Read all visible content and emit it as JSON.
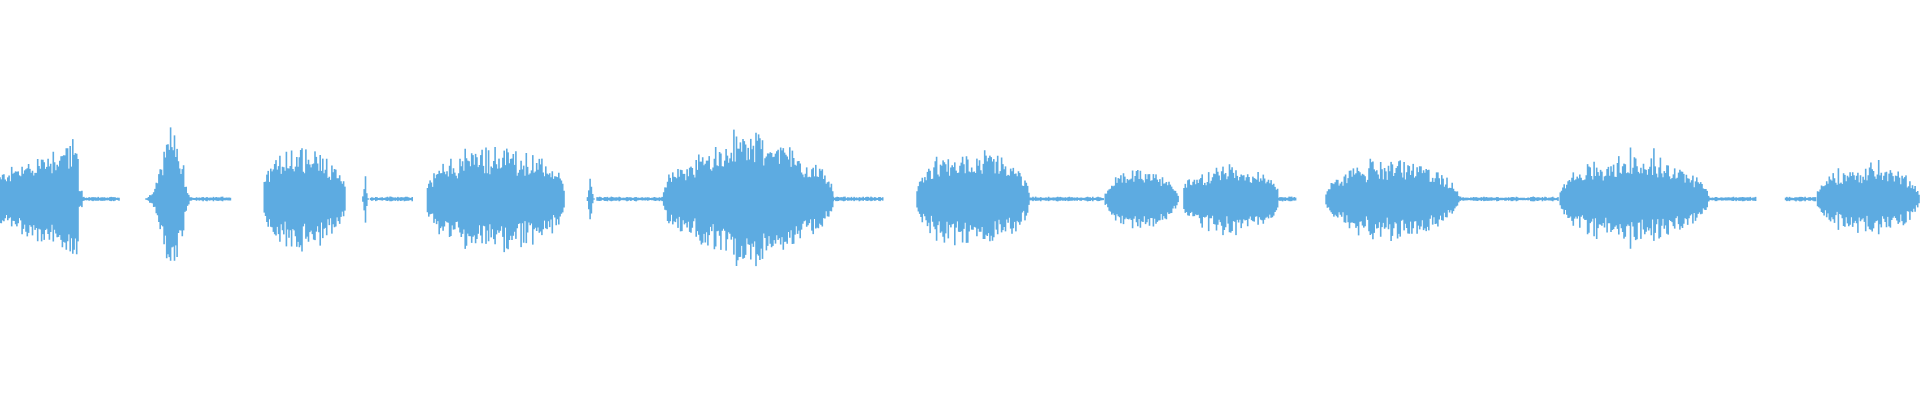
{
  "waveform": {
    "color": "#5DABE1",
    "background": "#ffffff",
    "duration_fraction_segments": [
      {
        "start": 0.0,
        "end": 0.043,
        "amplitude": 0.5,
        "shape": "rise-sharp-end"
      },
      {
        "start": 0.043,
        "end": 0.062,
        "amplitude": 0.01,
        "shape": "tail"
      },
      {
        "start": 0.076,
        "end": 0.099,
        "amplitude": 0.62,
        "shape": "spike-pair"
      },
      {
        "start": 0.099,
        "end": 0.12,
        "amplitude": 0.01,
        "shape": "tail"
      },
      {
        "start": 0.137,
        "end": 0.18,
        "amplitude": 0.45,
        "shape": "burst"
      },
      {
        "start": 0.189,
        "end": 0.193,
        "amplitude": 0.25,
        "shape": "spike"
      },
      {
        "start": 0.193,
        "end": 0.215,
        "amplitude": 0.01,
        "shape": "tail"
      },
      {
        "start": 0.222,
        "end": 0.294,
        "amplitude": 0.45,
        "shape": "burst"
      },
      {
        "start": 0.306,
        "end": 0.311,
        "amplitude": 0.2,
        "shape": "spike"
      },
      {
        "start": 0.311,
        "end": 0.345,
        "amplitude": 0.01,
        "shape": "tail"
      },
      {
        "start": 0.345,
        "end": 0.434,
        "amplitude": 0.58,
        "shape": "burst-peak-mid"
      },
      {
        "start": 0.434,
        "end": 0.46,
        "amplitude": 0.01,
        "shape": "tail"
      },
      {
        "start": 0.477,
        "end": 0.536,
        "amplitude": 0.4,
        "shape": "burst"
      },
      {
        "start": 0.536,
        "end": 0.575,
        "amplitude": 0.01,
        "shape": "tail"
      },
      {
        "start": 0.575,
        "end": 0.614,
        "amplitude": 0.28,
        "shape": "smooth"
      },
      {
        "start": 0.616,
        "end": 0.666,
        "amplitude": 0.3,
        "shape": "burst"
      },
      {
        "start": 0.666,
        "end": 0.675,
        "amplitude": 0.01,
        "shape": "tail"
      },
      {
        "start": 0.69,
        "end": 0.76,
        "amplitude": 0.34,
        "shape": "smooth-burst"
      },
      {
        "start": 0.76,
        "end": 0.812,
        "amplitude": 0.01,
        "shape": "tail"
      },
      {
        "start": 0.812,
        "end": 0.89,
        "amplitude": 0.38,
        "shape": "smooth-burst"
      },
      {
        "start": 0.89,
        "end": 0.915,
        "amplitude": 0.01,
        "shape": "tail"
      },
      {
        "start": 0.93,
        "end": 0.946,
        "amplitude": 0.01,
        "shape": "tail"
      },
      {
        "start": 0.946,
        "end": 1.0,
        "amplitude": 0.3,
        "shape": "smooth-burst"
      }
    ]
  }
}
